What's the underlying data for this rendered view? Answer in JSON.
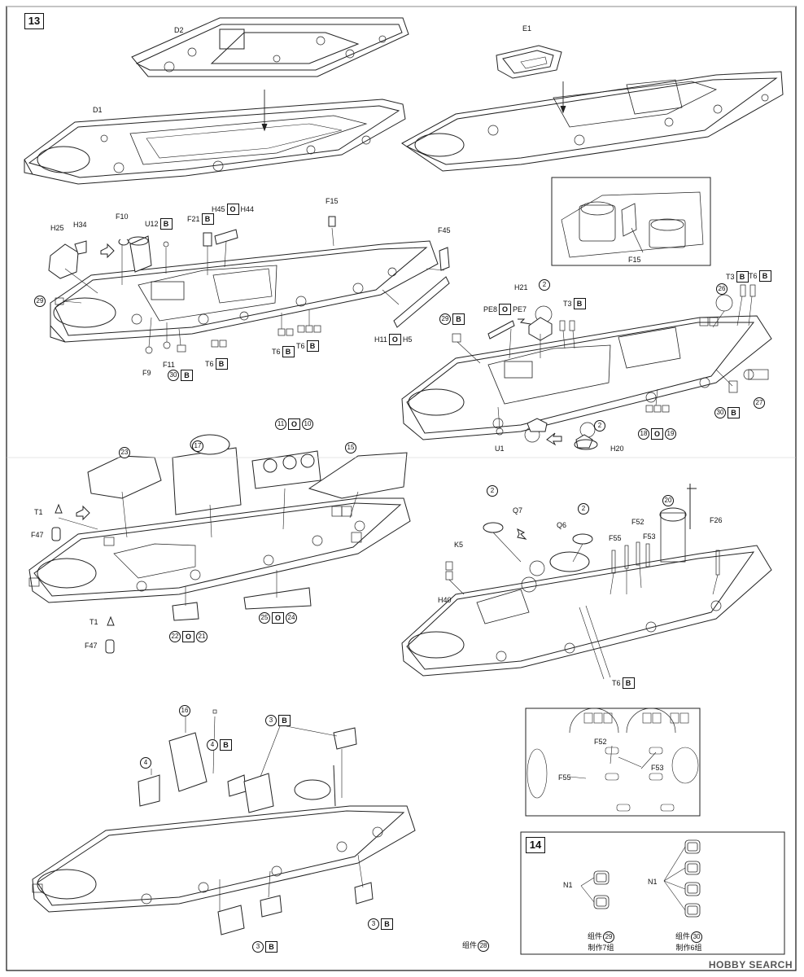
{
  "steps": {
    "main": "13",
    "sub": "14"
  },
  "panel_a": {
    "D2": "D2",
    "D1": "D1",
    "E1": "E1"
  },
  "panel_b": {
    "H25": "H25",
    "H34": "H34",
    "F10": "F10",
    "U12": "U12",
    "B1": "B",
    "F21": "F21",
    "B2": "B",
    "H45": "H45",
    "O1": "O",
    "H44": "H44",
    "F15": "F15",
    "F45": "F45",
    "c29": "29",
    "F9": "F9",
    "F11": "F11",
    "c30": "30",
    "B3": "B",
    "T6a": "T6",
    "B4": "B",
    "T6b": "T6",
    "B5": "B",
    "T6c": "T6",
    "B6": "B",
    "H11": "H11",
    "O2": "O",
    "H5": "H5"
  },
  "detail_f15": {
    "label": "F15"
  },
  "panel_c": {
    "H21": "H21",
    "c2a": "2",
    "T3": "T3",
    "B1": "B",
    "c26": "26",
    "T3b": "T3",
    "B2": "B",
    "T6": "T6",
    "B3": "B",
    "PE8": "PE8",
    "O1": "O",
    "PE7": "PE7",
    "c29": "29",
    "B4": "B",
    "c30": "30",
    "B5": "B",
    "c27": "27",
    "U1": "U1",
    "H20": "H20",
    "c2b": "2",
    "c18": "18",
    "O2": "O",
    "c19": "19"
  },
  "panel_d": {
    "c23": "23",
    "c17": "17",
    "c11": "11",
    "O1": "O",
    "c10": "10",
    "c15": "15",
    "T1a": "T1",
    "F47a": "F47",
    "T1b": "T1",
    "F47b": "F47",
    "c22": "22",
    "O2": "O",
    "c21": "21",
    "c25": "25",
    "O3": "O",
    "c24": "24"
  },
  "panel_e": {
    "c2a": "2",
    "Q7": "Q7",
    "c2b": "2",
    "Q6": "Q6",
    "K5": "K5",
    "H40": "H40",
    "c20": "20",
    "F52": "F52",
    "F55": "F55",
    "F53": "F53",
    "F26": "F26",
    "T6": "T6",
    "B1": "B"
  },
  "detail_f": {
    "F52": "F52",
    "F53": "F53",
    "F55": "F55"
  },
  "panel_f": {
    "c16": "16",
    "c4a": "4",
    "B1": "B",
    "c4b": "4",
    "c3a": "3",
    "B2": "B",
    "c3b": "3",
    "B3": "B",
    "c3c": "3",
    "B4": "B",
    "assembly_prefix": "组件",
    "assembly_num": "28"
  },
  "step14": {
    "N1a": "N1",
    "N1b": "N1",
    "left_line1_prefix": "组件",
    "left_num": "29",
    "left_line2": "制作7组",
    "right_line1_prefix": "组件",
    "right_num": "30",
    "right_line2": "制作6组"
  },
  "watermark": "HOBBY SEARCH"
}
